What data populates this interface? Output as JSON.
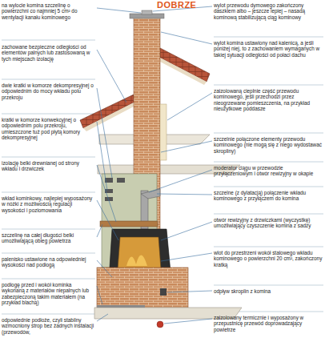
{
  "diagram": {
    "title": "DOBRZE",
    "labels": [
      "na wylocie komina szczelinę o powierzchni co najmniej 5 cm² do wentylacji kanału kominowego",
      "zachowane bezpieczne odległości od elementów palnych lub zastosowaną w tych miejscach izolację",
      "dwie kratki w komorze dekompresyjnej o odpowiednim do mocy wkładu polu przekroju",
      "kratki w komorze konwekcyjnej o odpowiednim polu przekroju, umieszczone tuż pod płytą komory dekompresyjnej",
      "izolację belki drewnianej od strony wkładu i drzwiczek",
      "wkład kominkowy, najlepiej wyposażony w nóżki z możliwością regulacji wysokości i poziomowania",
      "szczelinę na całej długości belki umożliwiającą obieg powietrza",
      "palenisko ustawione na odpowiedniej wysokości nad podłogą",
      "podłogę przed i wokół kominka wykonaną z materiałów niepalnych lub zabezpieczoną takim materiałem (na przykład blachą)",
      "odpowiednie podłoże, czyli stabilny wzmocniony strop bez żadnych instalacji (przewodów,",
      "wylot przewodu dymowego zakończony daszkiem albo – jeszcze lepiej – nasadą kominową stabilizującą ciąg kominowy",
      "wylot komina ustawiony nad kalenicą, a jeśli poniżej niej, to z zachowaniem wymaganych w takiej sytuacji odległości od połaci dachu",
      "zaizolowaną cieplnie część przewodu kominowego, jeśli przechodzi przez nieogrzewane pomieszczenia, na przykład nieużytkowe poddasze",
      "szczelnie połączone elementy przewodu kominowego (nie mogą się z niego wydostawać skropliny)",
      "moderator ciągu w przewodzie przyłączeniowym i otwór rewizyjny w okapie",
      "szczelne (z dylatacją) połączenie wkładu kominowego z przyłączem do komina",
      "otwór rewizyjny z drzwiczkami (wyczystkę) umożliwiający czyszczenie komina z sadzy",
      "wlot do przestrzeni wokół stalowego wkładu kominowego o powierzchni 20 cm², zakończony kratką",
      "odpływ skroplin z komina",
      "zaizolowany termicznie i wyposażony w przepustnicę przewód doprowadzający powietrze"
    ]
  }
}
